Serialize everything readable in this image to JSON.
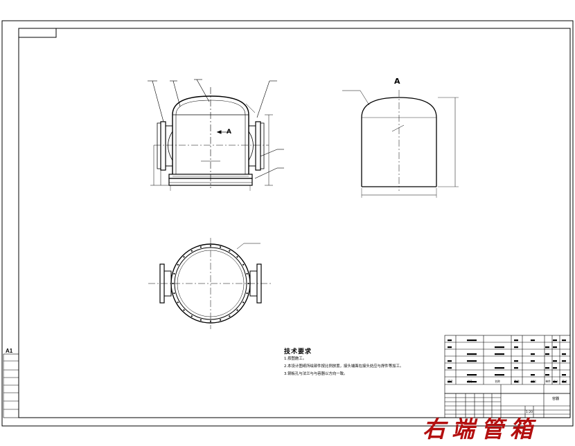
{
  "drawing": {
    "sheet_size": "A1",
    "view_label_main": "A",
    "view_label_side": "A",
    "technical_notes": {
      "title": "技术要求",
      "lines": [
        "1.按图施工。",
        "2.本设计图纸所绘部件按比例放置，接头端面在接头处应与焊件等加工。",
        "3.钢板孔与法兰与与容器以方向一致。"
      ]
    },
    "parts_list_header": [
      "序号",
      "代号",
      "名称",
      "数量",
      "材料",
      "单件",
      "总计",
      "备注"
    ],
    "title_block": {
      "drawing_title": "容器",
      "scale": "1:20"
    },
    "watermark": "右端管箱"
  },
  "colors": {
    "line": "#000000",
    "watermark": "#b30f0f"
  }
}
